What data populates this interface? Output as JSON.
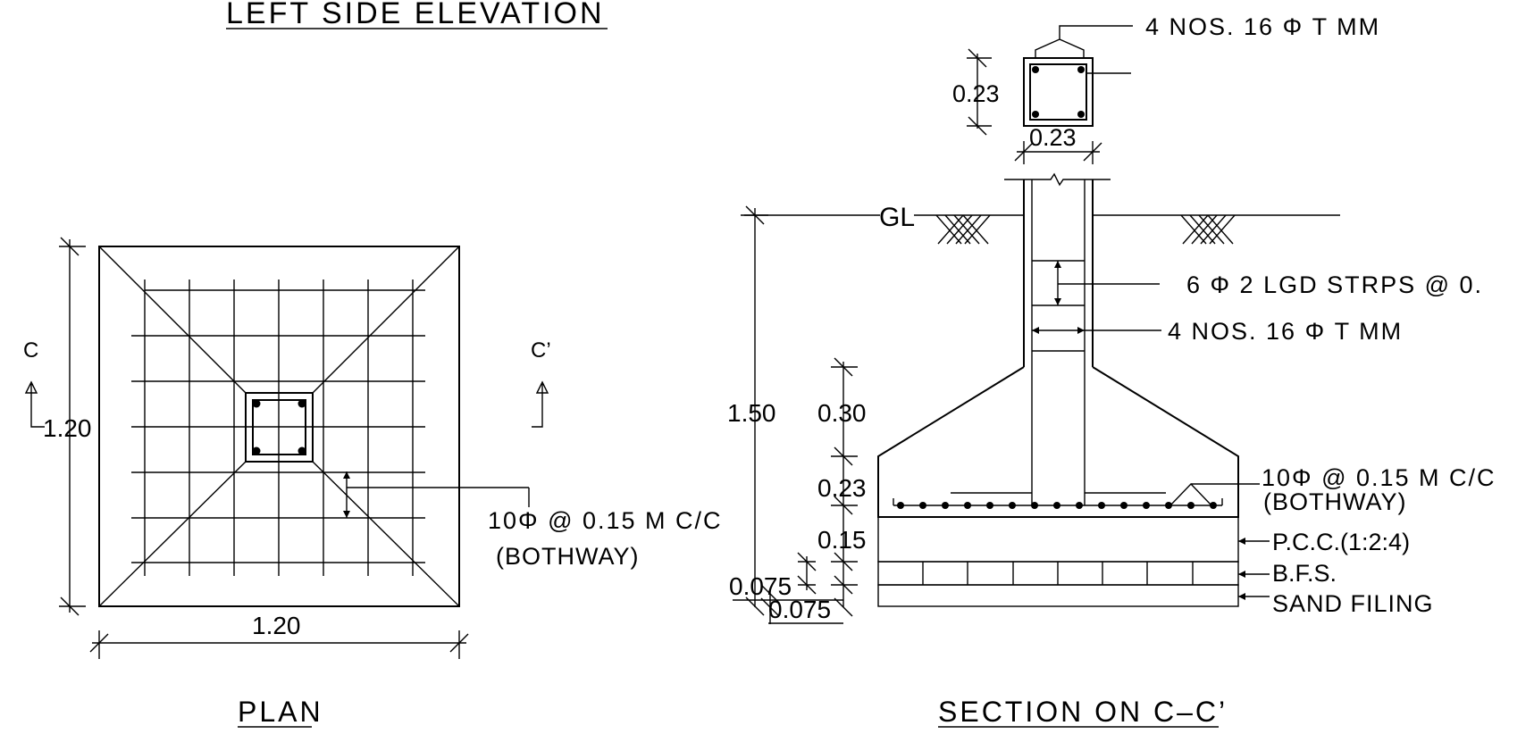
{
  "titles": {
    "left_side_elevation": "LEFT SIDE ELEVATION",
    "plan": "PLAN",
    "section": "SECTION ON C–C’"
  },
  "plan": {
    "section_mark_left": "C",
    "section_mark_right": "C’",
    "dim_width": "1.20",
    "dim_height": "1.20",
    "mesh_label": "10Φ @ 0.15 M C/C",
    "mesh_note": "(BOTHWAY)"
  },
  "section": {
    "top_bars_label": "4 NOS. 16 Φ T MM",
    "column_dim_h": "0.23",
    "column_dim_w": "0.23",
    "ground_label": "GL",
    "stirrup_label": "6 Φ 2 LGD STRPS @ 0.",
    "main_bars_label": "4 NOS. 16 Φ T MM",
    "depth_total": "1.50",
    "dim_taper": "0.30",
    "dim_base": "0.23",
    "dim_pcc": "0.15",
    "dim_bfs": "0.075",
    "dim_sand": "0.075",
    "footing_mesh_label": "10Φ @ 0.15 M C/C",
    "footing_mesh_note": "(BOTHWAY)",
    "pcc_label": "P.C.C.(1:2:4)",
    "bfs_label": "B.F.S.",
    "sand_label": "SAND FILING"
  }
}
